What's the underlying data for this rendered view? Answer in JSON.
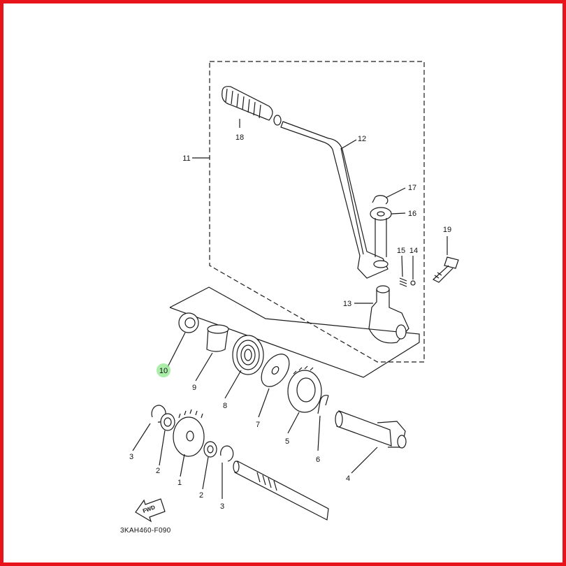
{
  "diagram_code": "3KAH460-F090",
  "fwd_label": "FWD",
  "colors": {
    "frame_border": "#e8141b",
    "highlight": "#8ee88e",
    "line": "#1a1a1a"
  },
  "callouts": [
    {
      "id": "c18",
      "text": "18"
    },
    {
      "id": "c12",
      "text": "12"
    },
    {
      "id": "c11",
      "text": "11"
    },
    {
      "id": "c17",
      "text": "17"
    },
    {
      "id": "c16",
      "text": "16"
    },
    {
      "id": "c19",
      "text": "19"
    },
    {
      "id": "c15",
      "text": "15"
    },
    {
      "id": "c14",
      "text": "14"
    },
    {
      "id": "c13",
      "text": "13"
    },
    {
      "id": "c10",
      "text": "10"
    },
    {
      "id": "c9",
      "text": "9"
    },
    {
      "id": "c8",
      "text": "8"
    },
    {
      "id": "c7",
      "text": "7"
    },
    {
      "id": "c5",
      "text": "5"
    },
    {
      "id": "c6",
      "text": "6"
    },
    {
      "id": "c4",
      "text": "4"
    },
    {
      "id": "c3a",
      "text": "3"
    },
    {
      "id": "c2a",
      "text": "2"
    },
    {
      "id": "c1",
      "text": "1"
    },
    {
      "id": "c2b",
      "text": "2"
    },
    {
      "id": "c3b",
      "text": "3"
    }
  ]
}
